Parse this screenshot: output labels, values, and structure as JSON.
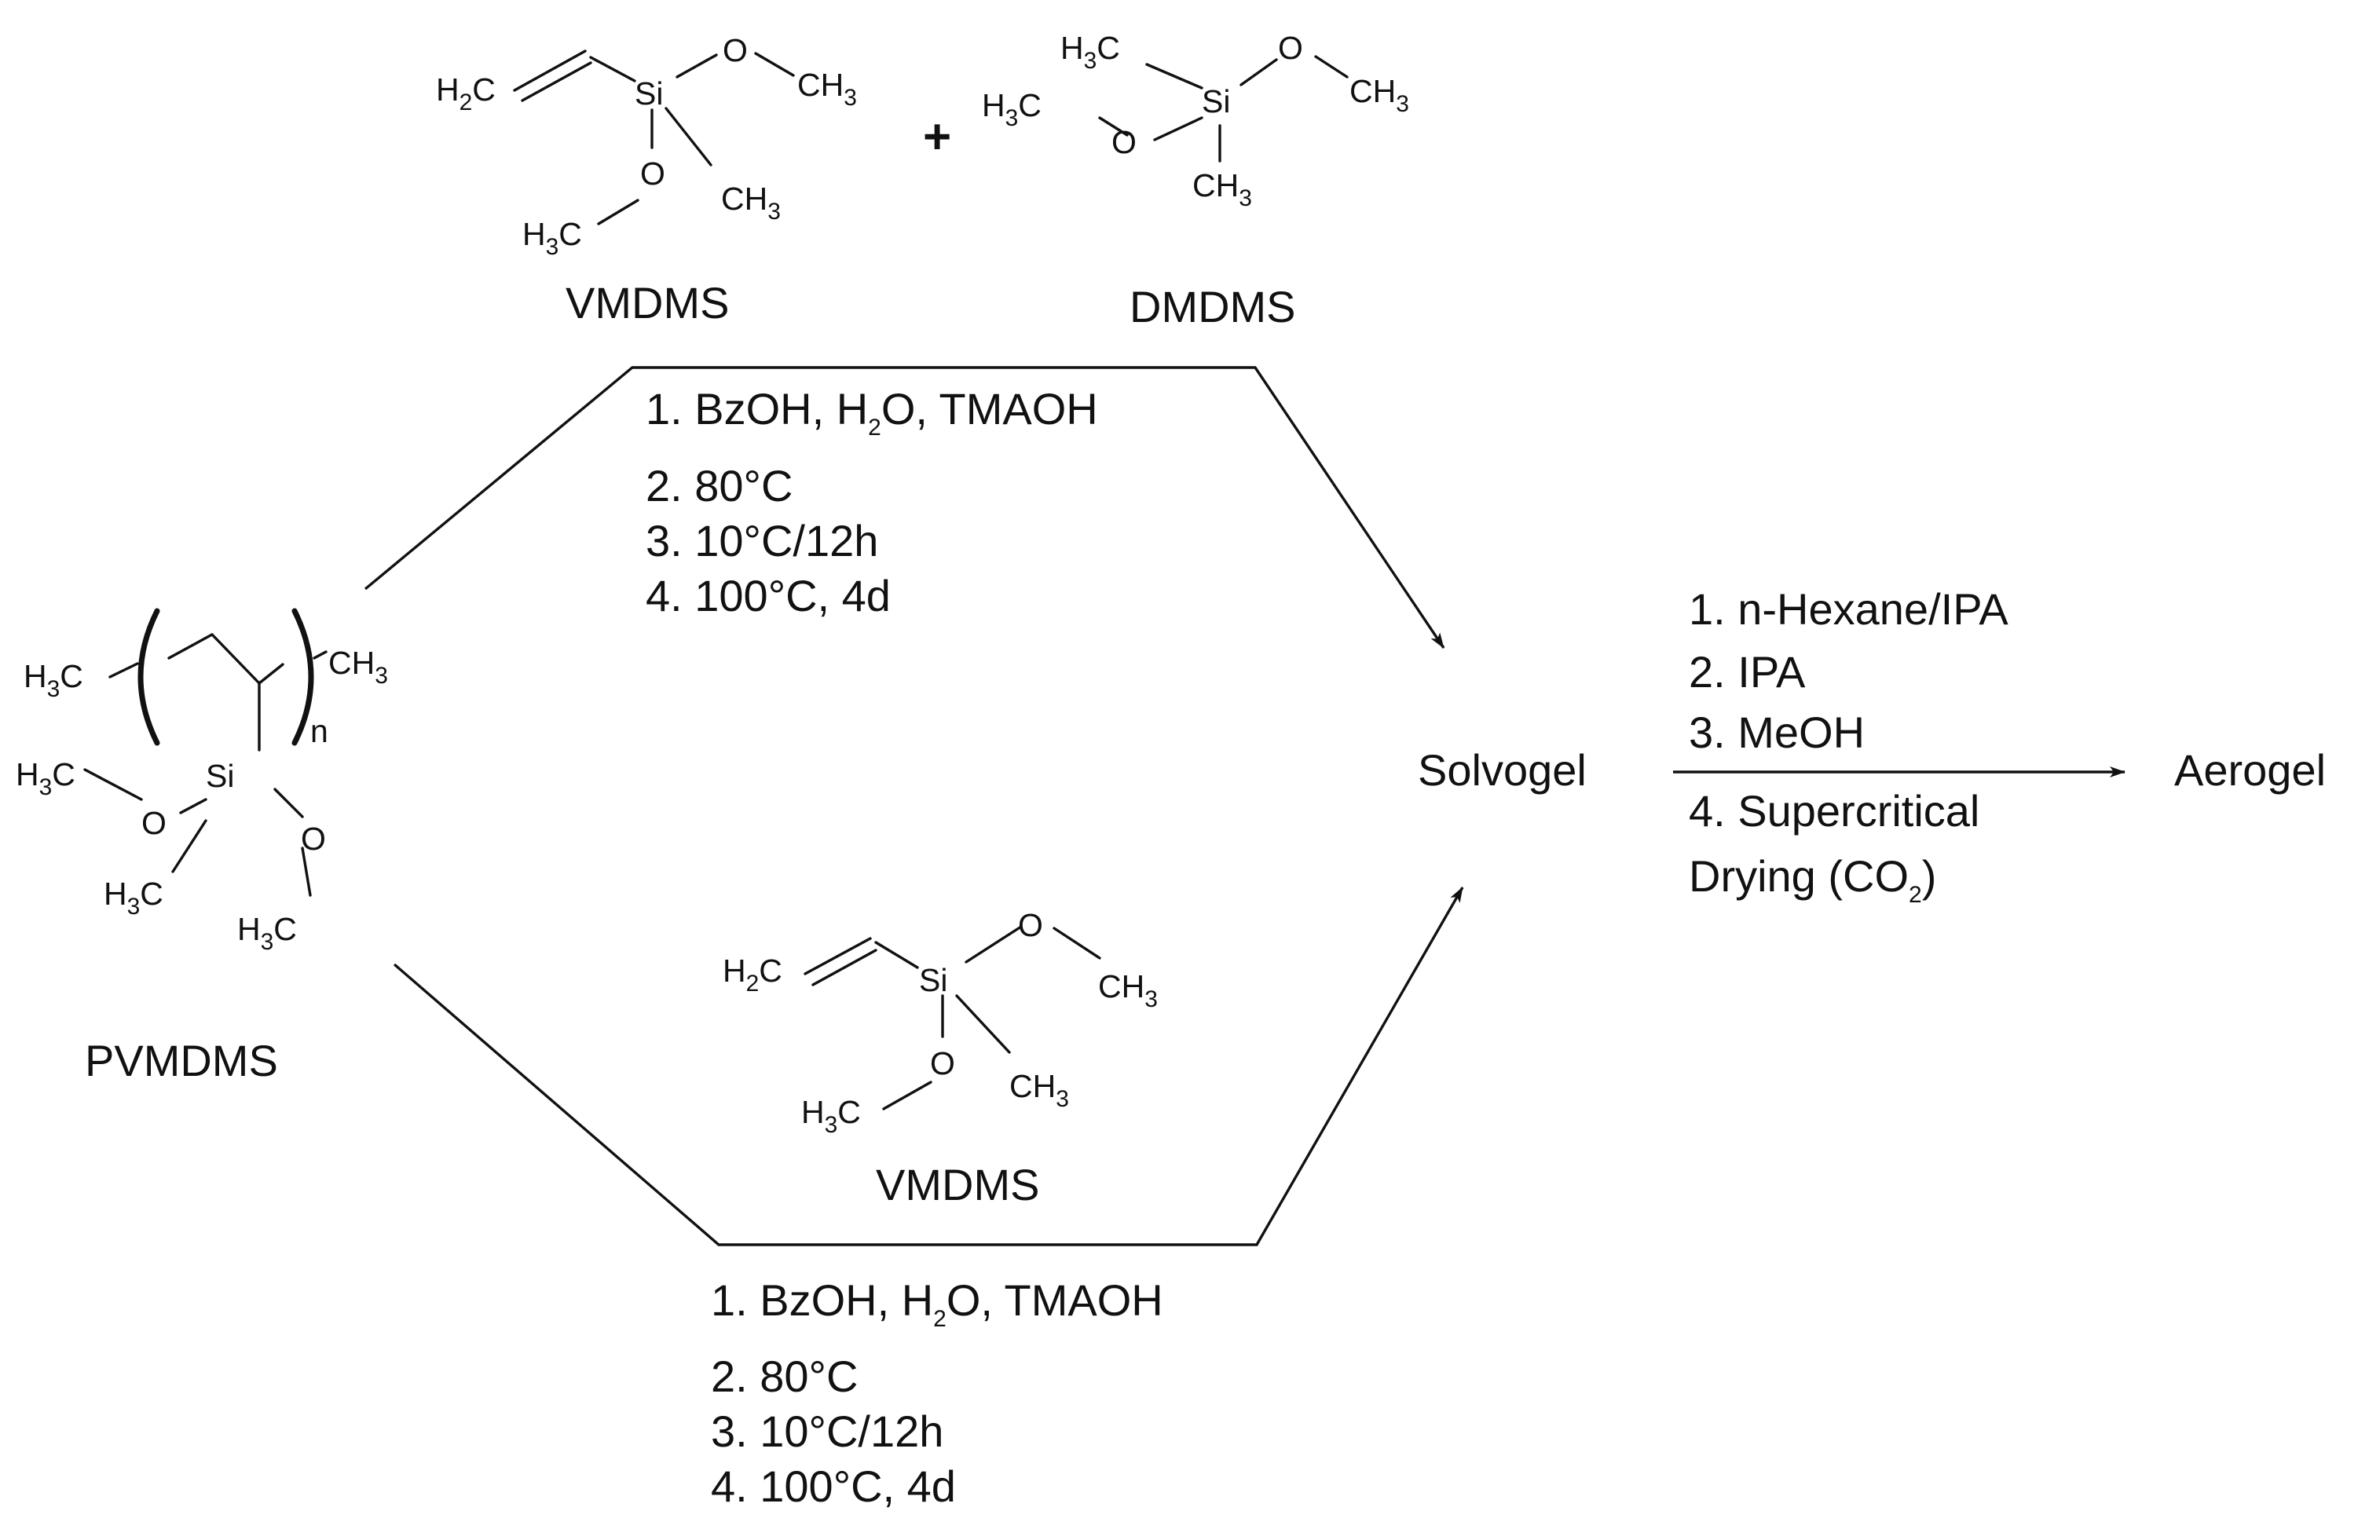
{
  "atoms": {
    "si": "Si",
    "o": "O",
    "h": "H",
    "c": "C",
    "three": "3",
    "two": "2",
    "ch": "CH",
    "n": "n"
  },
  "compounds": {
    "vmdms": "VMDMS",
    "dmdms": "DMDMS",
    "pvmdms": "PVMDMS",
    "solvogel": "Solvogel",
    "aerogel": "Aerogel"
  },
  "plus": "+",
  "top_conditions": {
    "step1_a": "1. BzOH, H",
    "step1_sub": "2",
    "step1_b": "O, TMAOH",
    "step2": "2. 80°C",
    "step3": "3. 10°C/12h",
    "step4": "4. 100°C, 4d"
  },
  "bottom_conditions": {
    "step1_a": "1. BzOH, H",
    "step1_sub": "2",
    "step1_b": "O, TMAOH",
    "step2": "2. 80°C",
    "step3": "3. 10°C/12h",
    "step4": "4. 100°C, 4d"
  },
  "drying_conditions": {
    "step1": "1. n-Hexane/IPA",
    "step2": "2. IPA",
    "step3": "3. MeOH",
    "step4": "4. Supercritical",
    "step5_a": "Drying (CO",
    "step5_sub": "2",
    "step5_b": ")"
  }
}
